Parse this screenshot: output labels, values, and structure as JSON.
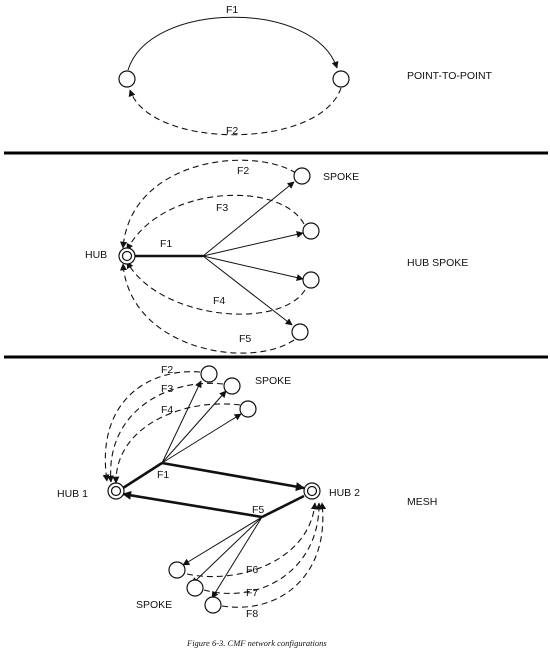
{
  "sections": {
    "point_to_point": {
      "title": "POINT-TO-POINT",
      "f1": "F1",
      "f2": "F2"
    },
    "hub_spoke": {
      "title": "HUB SPOKE",
      "hub": "HUB",
      "spoke": "SPOKE",
      "f1": "F1",
      "f2": "F2",
      "f3": "F3",
      "f4": "F4",
      "f5": "F5"
    },
    "mesh": {
      "title": "MESH",
      "hub1": "HUB 1",
      "hub2": "HUB 2",
      "spoke_top": "SPOKE",
      "spoke_bottom": "SPOKE",
      "f1": "F1",
      "f2": "F2",
      "f3": "F3",
      "f4": "F4",
      "f5": "F5",
      "f6": "F6",
      "f7": "F7",
      "f8": "F8"
    }
  },
  "caption": "Figure 6-3. CMF network configurations"
}
